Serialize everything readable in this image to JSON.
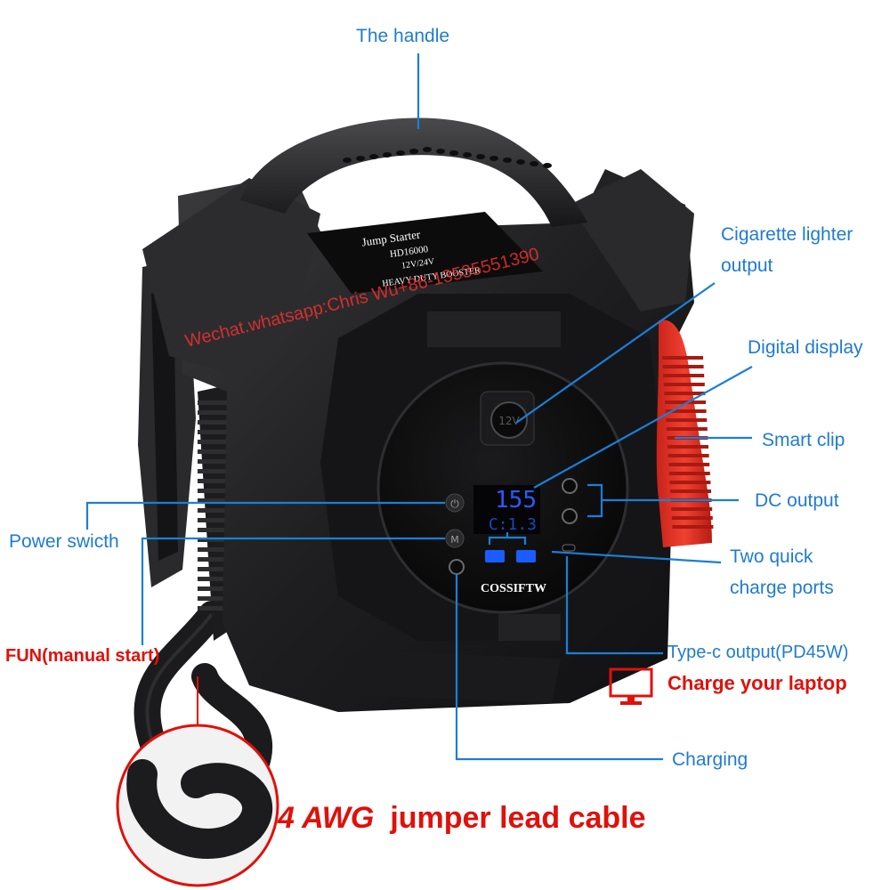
{
  "callouts": {
    "handle": "The handle",
    "cigarette_line1": "Cigarette lighter",
    "cigarette_line2": "output",
    "digital_display": "Digital display",
    "smart_clip": "Smart clip",
    "dc_output": "DC output",
    "two_quick_line1": "Two quick",
    "two_quick_line2": "charge ports",
    "typec_output": "Type-c output(PD45W)",
    "charge_laptop": "Charge your laptop",
    "charging": "Charging",
    "power_switch": "Power swicth",
    "fun_manual": "FUN(manual start)"
  },
  "caption": {
    "awg": "4 AWG",
    "rest": "jumper lead cable"
  },
  "device": {
    "top_label": {
      "line1": "Jump Starter",
      "line2": "HD16000",
      "line3": "12V/24V",
      "line4": "HEAVY DUTY BOOSTER"
    },
    "brand": "COSSIFTW",
    "display_top": "155",
    "display_bottom": "C:1.3",
    "power_button_glyph": "⏻",
    "mode_button_glyph": "M"
  },
  "watermark": "Wechat.whatsapp:Chris Wu+86-13535551390",
  "colors": {
    "callout_blue": "#1f7bd0",
    "warning_red": "#e0100a",
    "clip_red": "#e23022",
    "display_blue": "#2a5bff"
  }
}
